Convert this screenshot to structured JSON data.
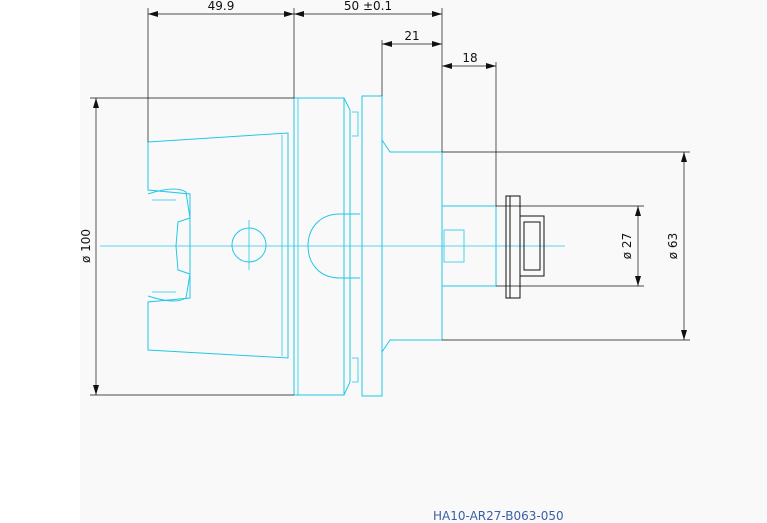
{
  "drawing": {
    "part_number": "HA10-AR27-B063-050",
    "colors": {
      "outline": "#22c8e8",
      "dimension": "#111111",
      "label": "#3a5fa8",
      "paper": "#f9f9f9"
    }
  },
  "dimensions": {
    "length_shank": "49.9",
    "length_total": "50 ±0.1",
    "length_body": "21",
    "length_arbor": "18",
    "diameter_flange": "ø 100",
    "diameter_body": "ø 63",
    "diameter_arbor": "ø 27"
  }
}
